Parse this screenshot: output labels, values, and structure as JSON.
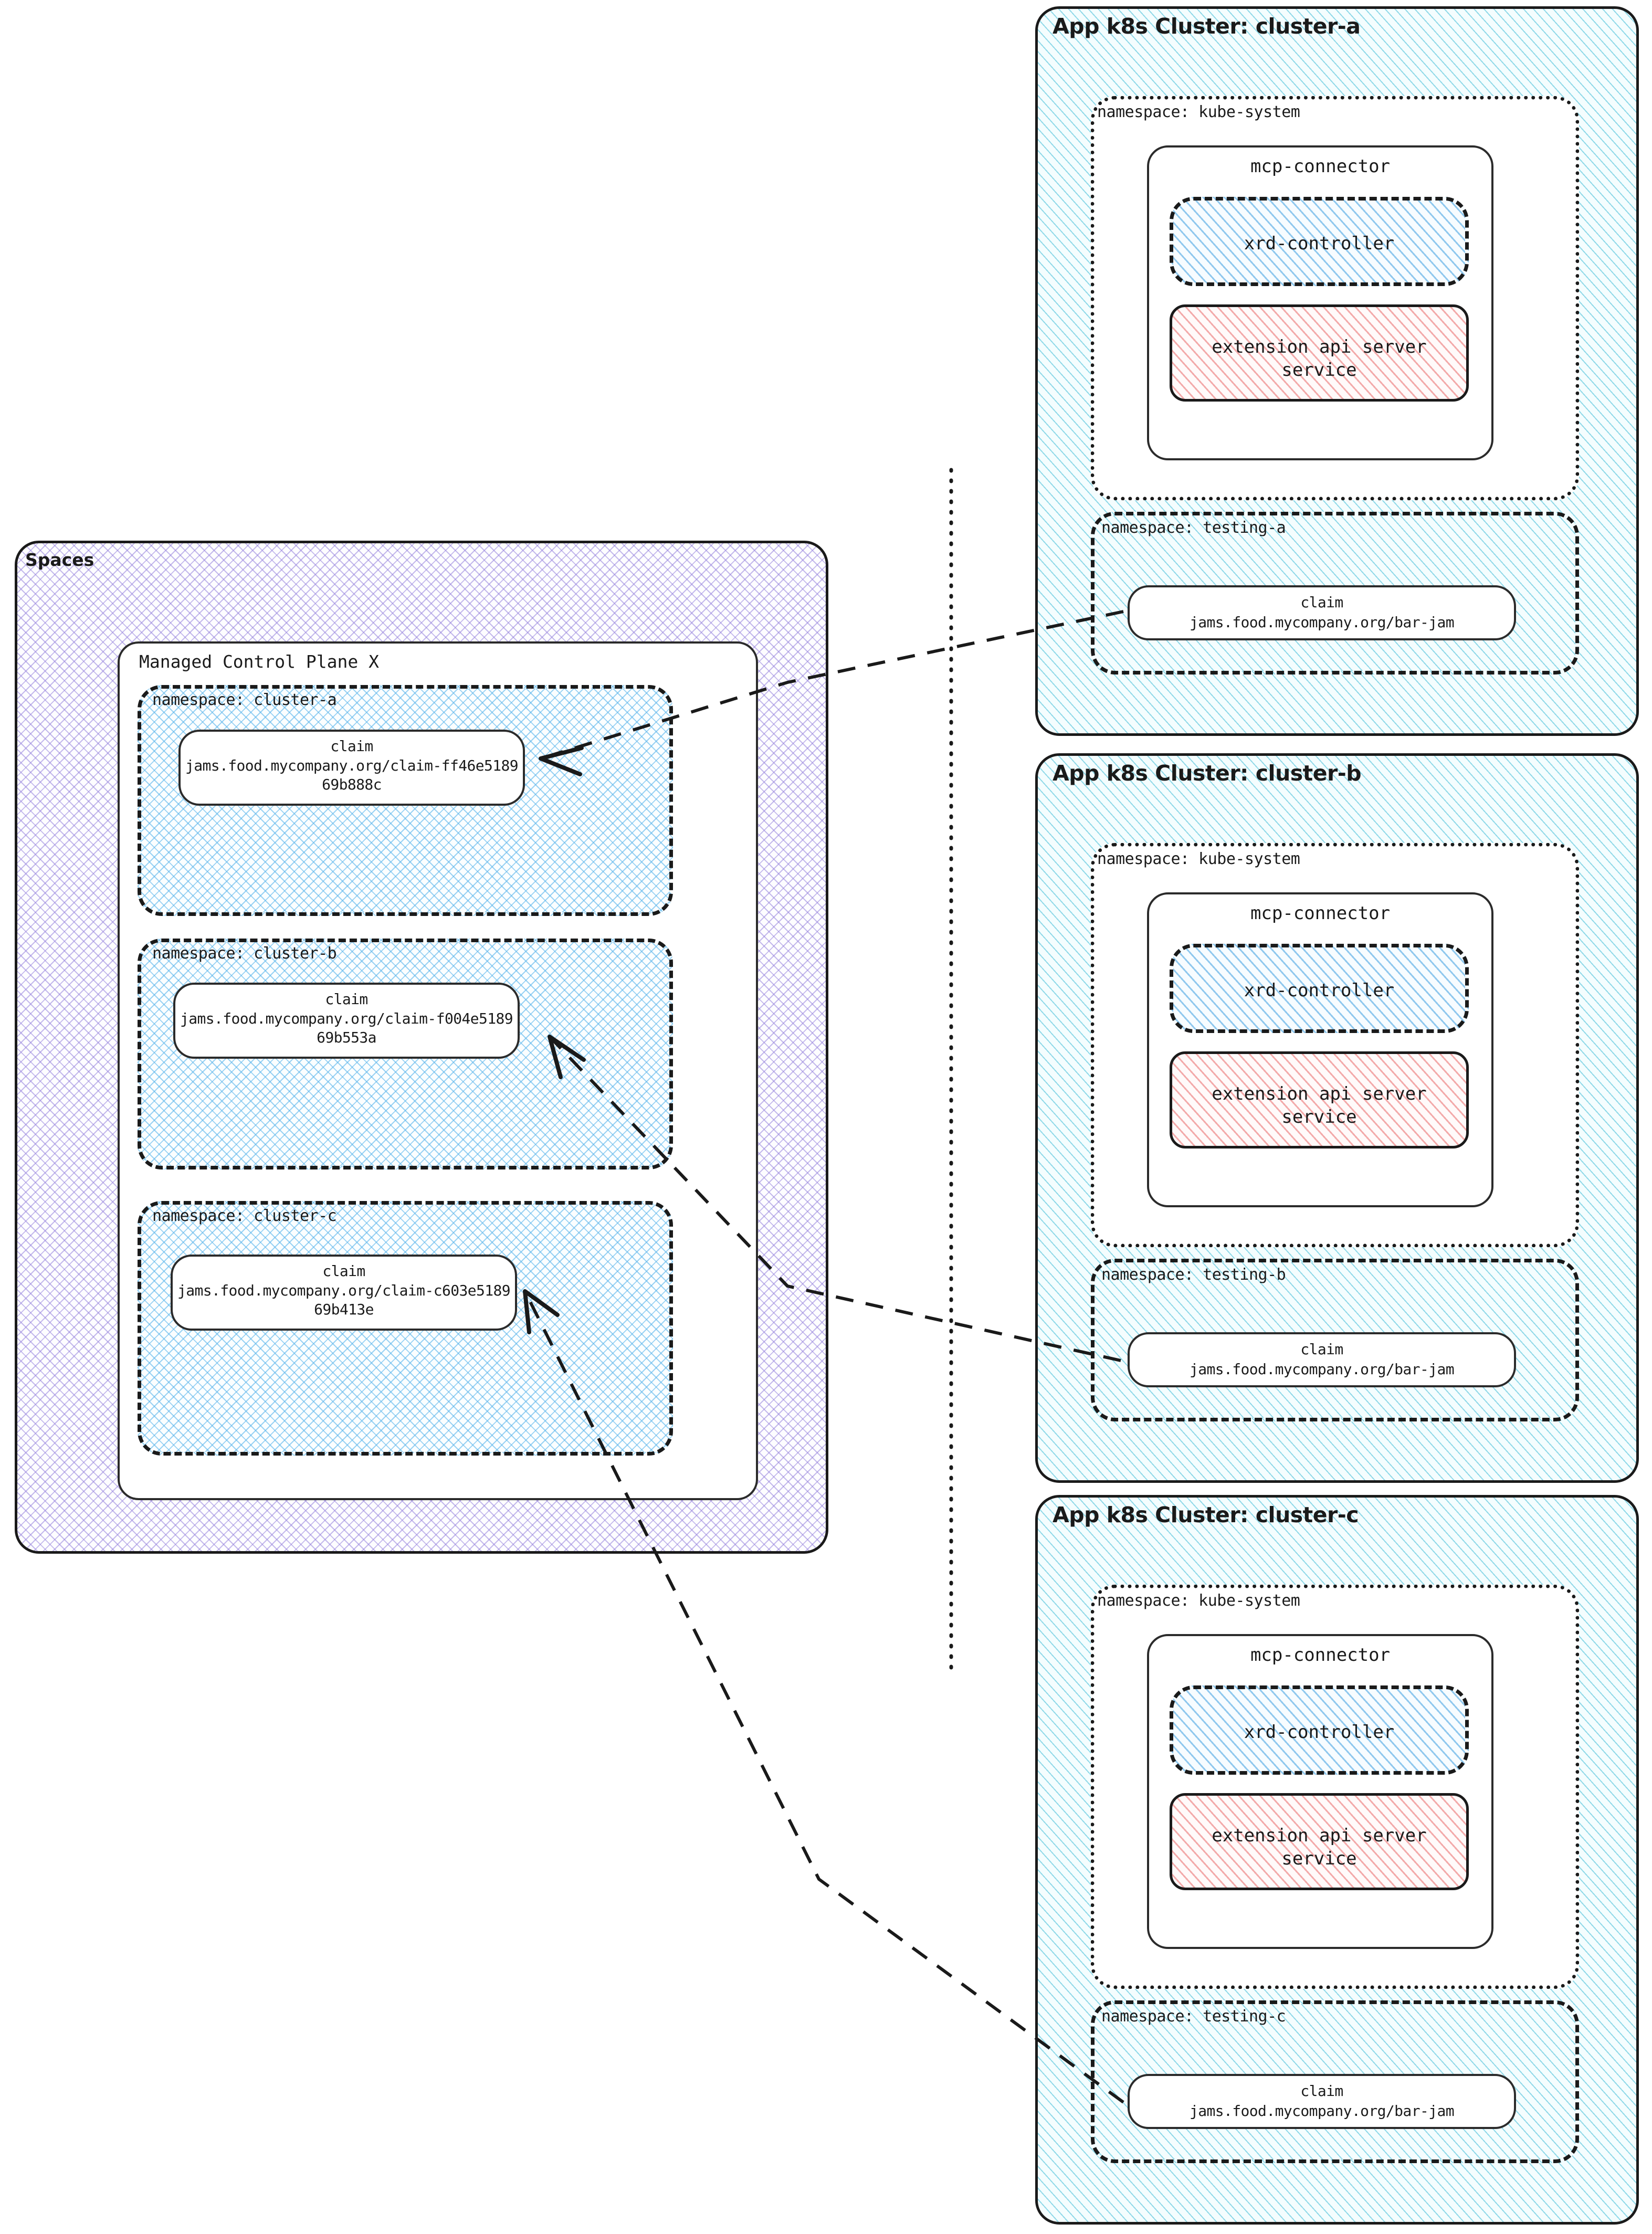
{
  "spaces": {
    "title": "Spaces",
    "mcp": {
      "title": "Managed Control Plane X",
      "namespaces": [
        {
          "label": "namespace: cluster-a",
          "claim": {
            "kind": "claim",
            "ref": "jams.food.mycompany.org/claim-ff46e518969b888c"
          }
        },
        {
          "label": "namespace: cluster-b",
          "claim": {
            "kind": "claim",
            "ref": "jams.food.mycompany.org/claim-f004e518969b553a"
          }
        },
        {
          "label": "namespace: cluster-c",
          "claim": {
            "kind": "claim",
            "ref": "jams.food.mycompany.org/claim-c603e518969b413e"
          }
        }
      ]
    }
  },
  "clusters": [
    {
      "title": "App k8s Cluster: cluster-a",
      "kube_system": {
        "label": "namespace: kube-system",
        "connector": {
          "title": "mcp-connector",
          "controller": "xrd-controller",
          "apiserver": "extension api server\nservice"
        }
      },
      "testing": {
        "label": "namespace: testing-a",
        "claim": {
          "kind": "claim",
          "ref": "jams.food.mycompany.org/bar-jam"
        }
      }
    },
    {
      "title": "App k8s Cluster: cluster-b",
      "kube_system": {
        "label": "namespace: kube-system",
        "connector": {
          "title": "mcp-connector",
          "controller": "xrd-controller",
          "apiserver": "extension api server\nservice"
        }
      },
      "testing": {
        "label": "namespace: testing-b",
        "claim": {
          "kind": "claim",
          "ref": "jams.food.mycompany.org/bar-jam"
        }
      }
    },
    {
      "title": "App k8s Cluster: cluster-c",
      "kube_system": {
        "label": "namespace: kube-system",
        "connector": {
          "title": "mcp-connector",
          "controller": "xrd-controller",
          "apiserver": "extension api server\nservice"
        }
      },
      "testing": {
        "label": "namespace: testing-c",
        "claim": {
          "kind": "claim",
          "ref": "jams.food.mycompany.org/bar-jam"
        }
      }
    }
  ],
  "colors": {
    "ink": "#1a1a1a",
    "spaces_hatch": "#9682dc",
    "namespace_hatch": "#5ab4eb",
    "cluster_hatch": "#6ecde1",
    "controller_hatch": "#7dbeeb",
    "apiserver_hatch": "#f09696"
  },
  "connections": [
    {
      "from": "spaces.namespace cluster-a claim",
      "to": "cluster-a testing-a claim",
      "style": "dashed-arrow"
    },
    {
      "from": "spaces.namespace cluster-b claim",
      "to": "cluster-b testing-b claim",
      "style": "dashed-arrow"
    },
    {
      "from": "spaces.namespace cluster-c claim",
      "to": "cluster-c testing-c claim",
      "style": "dashed-arrow"
    }
  ],
  "divider": {
    "style": "vertical-dotted"
  }
}
